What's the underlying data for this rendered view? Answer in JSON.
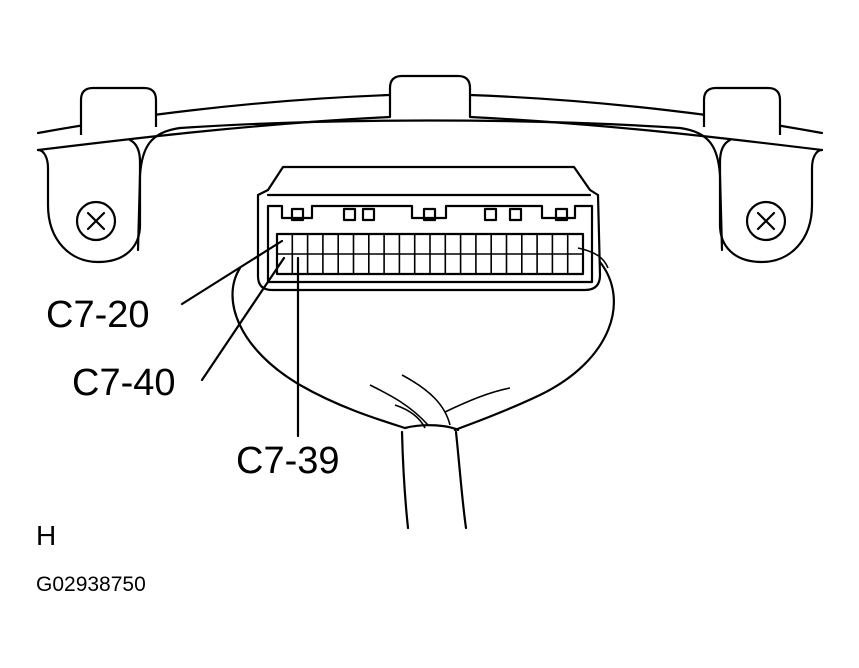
{
  "callouts": {
    "c7_20": "C7-20",
    "c7_40": "C7-40",
    "c7_39": "C7-39"
  },
  "view_letter": "H",
  "figure_code": "G02938750"
}
